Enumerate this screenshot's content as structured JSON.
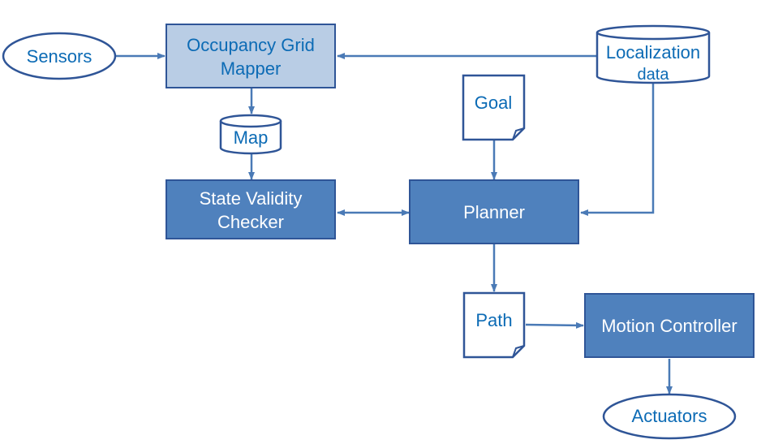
{
  "nodes": {
    "sensors": {
      "label": "Sensors"
    },
    "occupancy_grid_mapper": {
      "line1": "Occupancy Grid",
      "line2": "Mapper"
    },
    "localization_data": {
      "line1": "Localization",
      "line2": "data"
    },
    "goal": {
      "label": "Goal"
    },
    "map": {
      "label": "Map"
    },
    "state_validity_checker": {
      "line1": "State Validity",
      "line2": "Checker"
    },
    "planner": {
      "label": "Planner"
    },
    "path": {
      "label": "Path"
    },
    "motion_controller": {
      "label": "Motion Controller"
    },
    "actuators": {
      "label": "Actuators"
    }
  },
  "edges": [
    {
      "from": "sensors",
      "to": "occupancy_grid_mapper"
    },
    {
      "from": "localization_data",
      "to": "occupancy_grid_mapper"
    },
    {
      "from": "occupancy_grid_mapper",
      "to": "map"
    },
    {
      "from": "map",
      "to": "state_validity_checker"
    },
    {
      "from": "state_validity_checker",
      "to": "planner",
      "bidirectional": true
    },
    {
      "from": "goal",
      "to": "planner"
    },
    {
      "from": "localization_data",
      "to": "planner"
    },
    {
      "from": "planner",
      "to": "path"
    },
    {
      "from": "path",
      "to": "motion_controller"
    },
    {
      "from": "motion_controller",
      "to": "actuators"
    }
  ],
  "colors": {
    "box_dark": "#4f81bd",
    "box_light": "#b9cde5",
    "border": "#2f5597",
    "text_dark": "#0c6bb5",
    "text_light": "#ffffff",
    "edge": "#4a7ab6"
  }
}
